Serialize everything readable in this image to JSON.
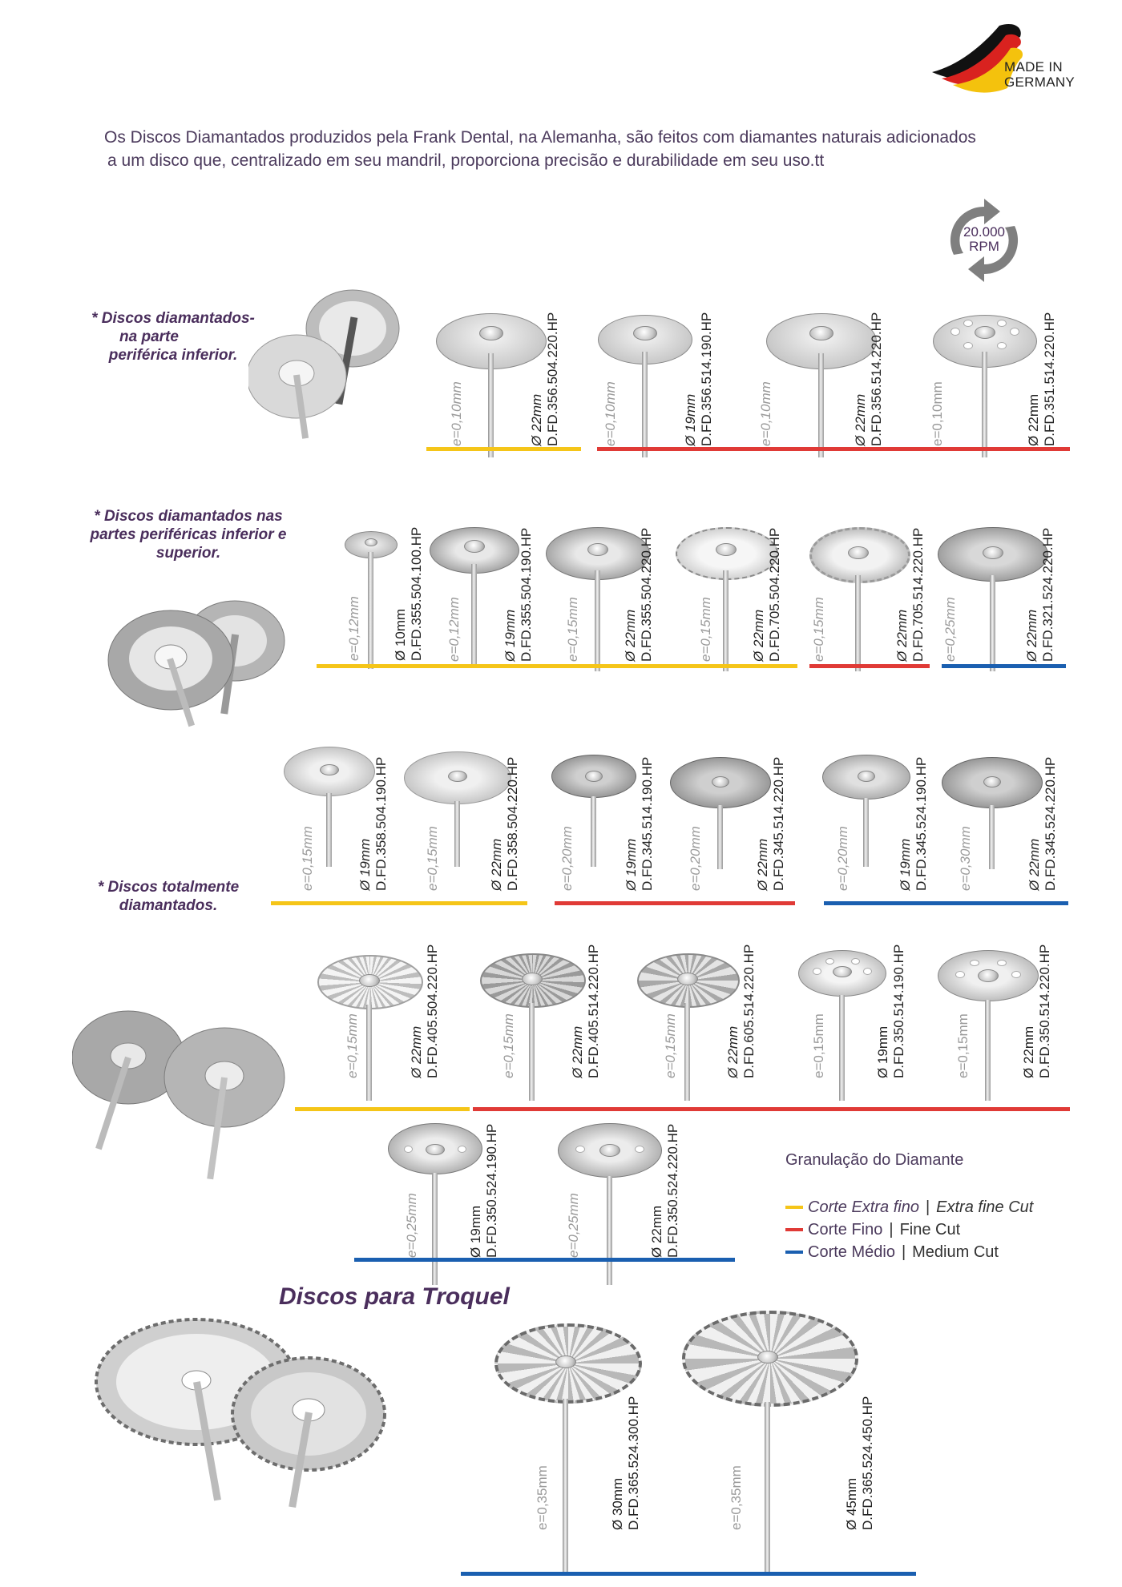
{
  "badge": {
    "line1": "MADE IN",
    "line2": "GERMANY"
  },
  "intro": {
    "line1": "Os Discos Diamantados produzidos pela Frank Dental, na Alemanha, são feitos com diamantes naturais adicionados",
    "line2": "a um disco que, centralizado em seu mandril, proporciona precisão e durabilidade em seu uso.tt"
  },
  "rpm": {
    "value": "20.000",
    "unit": "RPM"
  },
  "sections": {
    "s1": {
      "l1": "* Discos diamantados-",
      "l2": "na parte",
      "l3": "periférica inferior."
    },
    "s2": {
      "l1": "* Discos diamantados nas",
      "l2": "partes periféricas inferior e",
      "l3": "superior."
    },
    "s3": {
      "l1": "* Discos totalmente",
      "l2": "diamantados."
    }
  },
  "colors": {
    "extra_fine": "#f5c518",
    "fine": "#e03a36",
    "medium": "#1a5fb0",
    "title": "#4a2e5c"
  },
  "products": {
    "r1": [
      {
        "thk": "e=0,10mm",
        "dia": "Ø 22mm",
        "code": "D.FD.356.504.220.HP"
      },
      {
        "thk": "e=0,10mm",
        "dia": "Ø 19mm",
        "code": "D.FD.356.514.190.HP"
      },
      {
        "thk": "e=0,10mm",
        "dia": "Ø 22mm",
        "code": "D.FD.356.514.220.HP"
      },
      {
        "thk": "e=0,10mm",
        "dia": "Ø 22mm",
        "code": "D.FD.351.514.220.HP"
      }
    ],
    "r2": [
      {
        "thk": "e=0,12mm",
        "dia": "Ø 10mm",
        "code": "D.FD.355.504.100.HP"
      },
      {
        "thk": "e=0,12mm",
        "dia": "Ø 19mm",
        "code": "D.FD.355.504.190.HP"
      },
      {
        "thk": "e=0,15mm",
        "dia": "Ø 22mm",
        "code": "D.FD.355.504.220.HP"
      },
      {
        "thk": "e=0,15mm",
        "dia": "Ø 22mm",
        "code": "D.FD.705.504.220.HP"
      },
      {
        "thk": "e=0,15mm",
        "dia": "Ø 22mm",
        "code": "D.FD.705.514.220.HP"
      },
      {
        "thk": "e=0,25mm",
        "dia": "Ø 22mm",
        "code": "D.FD.321.524.220.HP"
      }
    ],
    "r3": [
      {
        "thk": "e=0,15mm",
        "dia": "Ø 19mm",
        "code": "D.FD.358.504.190.HP"
      },
      {
        "thk": "e=0,15mm",
        "dia": "Ø 22mm",
        "code": "D.FD.358.504.220.HP"
      },
      {
        "thk": "e=0,20mm",
        "dia": "Ø 19mm",
        "code": "D.FD.345.514.190.HP"
      },
      {
        "thk": "e=0,20mm",
        "dia": "Ø 22mm",
        "code": "D.FD.345.514.220.HP"
      },
      {
        "thk": "e=0,20mm",
        "dia": "Ø 19mm",
        "code": "D.FD.345.524.190.HP"
      },
      {
        "thk": "e=0,30mm",
        "dia": "Ø 22mm",
        "code": "D.FD.345.524.220.HP"
      }
    ],
    "r4": [
      {
        "thk": "e=0,15mm",
        "dia": "Ø 22mm",
        "code": "D.FD.405.504.220.HP"
      },
      {
        "thk": "e=0,15mm",
        "dia": "Ø 22mm",
        "code": "D.FD.405.514.220.HP"
      },
      {
        "thk": "e=0,15mm",
        "dia": "Ø 22mm",
        "code": "D.FD.605.514.220.HP"
      },
      {
        "thk": "e=0,15mm",
        "dia": "Ø 19mm",
        "code": "D.FD.350.514.190.HP"
      },
      {
        "thk": "e=0,15mm",
        "dia": "Ø 22mm",
        "code": "D.FD.350.514.220.HP"
      }
    ],
    "r5": [
      {
        "thk": "e=0,25mm",
        "dia": "Ø 19mm",
        "code": "D.FD.350.524.190.HP"
      },
      {
        "thk": "e=0,25mm",
        "dia": "Ø 22mm",
        "code": "D.FD.350.524.220.HP"
      }
    ],
    "r6": [
      {
        "thk": "e=0,35mm",
        "dia": "Ø 30mm",
        "code": "D.FD.365.524.300.HP"
      },
      {
        "thk": "e=0,35mm",
        "dia": "Ø 45mm",
        "code": "D.FD.365.524.450.HP"
      }
    ]
  },
  "legend": {
    "title": "Granulação do Diamante",
    "rows": [
      {
        "pt": "Corte Extra fino",
        "en": "Extra fine Cut"
      },
      {
        "pt": "Corte Fino",
        "en": "Fine Cut"
      },
      {
        "pt": "Corte Médio",
        "en": "Medium Cut"
      }
    ],
    "sep": "|"
  },
  "troquel": {
    "title": "Discos para Troquel"
  }
}
